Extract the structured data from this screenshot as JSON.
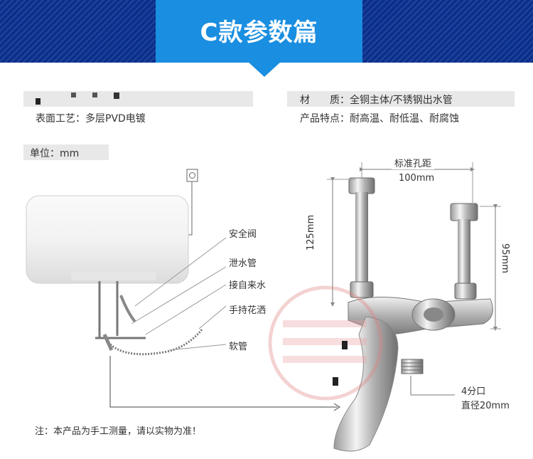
{
  "banner": {
    "title": "C款参数篇"
  },
  "specs": {
    "surface": "表面工艺：多层PVD电镀",
    "material": "材　　质：全铜主体/不锈钢出水管",
    "features": "产品特点：耐高温、耐低温、耐腐蚀"
  },
  "unit": "单位：mm",
  "labels": {
    "safety_valve": "安全阀",
    "drain_pipe": "泄水管",
    "inlet": "接自来水",
    "shower": "手持花洒",
    "hose": "软管"
  },
  "dimensions": {
    "hole_spacing_label": "标准孔距",
    "hole_spacing": "100mm",
    "height_left": "125mm",
    "height_right": "95mm",
    "thread": "4分口",
    "diameter": "直径20mm"
  },
  "note": "注：本产品为手工测量，请以实物为准！",
  "colors": {
    "banner_dark": "#0a2f8c",
    "banner_panel": "#1a8ee0"
  }
}
